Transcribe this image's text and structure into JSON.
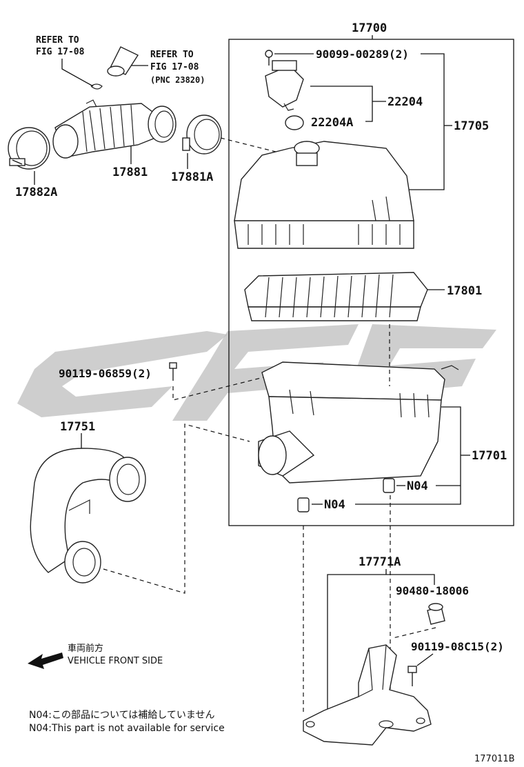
{
  "labels": {
    "p17700": "17700",
    "p90099": "90099-00289(2)",
    "p22204": "22204",
    "p22204a": "22204A",
    "p17705": "17705",
    "p17801": "17801",
    "p90119_06859": "90119-06859(2)",
    "p17751": "17751",
    "p17701": "17701",
    "n04_a": "N04",
    "n04_b": "N04",
    "p17771a": "17771A",
    "p90480": "90480-18006",
    "p90119_08c15": "90119-08C15(2)",
    "p17882a": "17882A",
    "p17881": "17881",
    "p17881a": "17881A"
  },
  "refers": {
    "ref1_line1": "REFER TO",
    "ref1_line2": "FIG 17-08",
    "ref2_line1": "REFER TO",
    "ref2_line2": "FIG 17-08",
    "ref2_line3": "(PNC 23820)"
  },
  "front": {
    "jp": "車両前方",
    "en": "VEHICLE FRONT SIDE"
  },
  "notes": {
    "jp": "N04:この部品については補給していません",
    "en": "N04:This part is not available for service"
  },
  "figure_id": "177011B",
  "colors": {
    "line": "#111111",
    "watermark": "#bdbdbd"
  }
}
